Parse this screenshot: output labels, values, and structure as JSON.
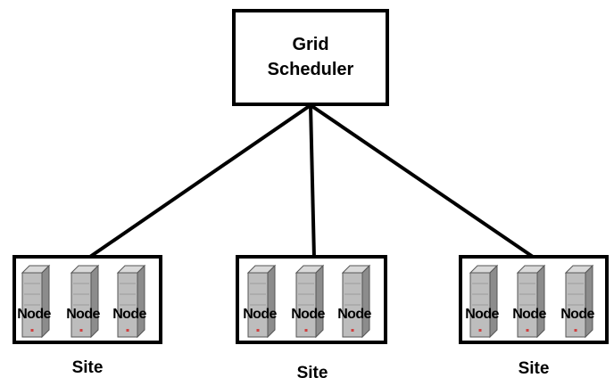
{
  "scheduler": {
    "line1": "Grid",
    "line2": "Scheduler"
  },
  "sites": [
    {
      "label": "Site",
      "nodes": [
        "Node",
        "Node",
        "Node"
      ]
    },
    {
      "label": "Site",
      "nodes": [
        "Node",
        "Node",
        "Node"
      ]
    },
    {
      "label": "Site",
      "nodes": [
        "Node",
        "Node",
        "Node"
      ]
    }
  ],
  "colors": {
    "stroke": "#000000",
    "server_light": "#d9d9d9",
    "server_mid": "#bdbdbd",
    "server_dark": "#8c8c8c",
    "led": "#d04040"
  }
}
